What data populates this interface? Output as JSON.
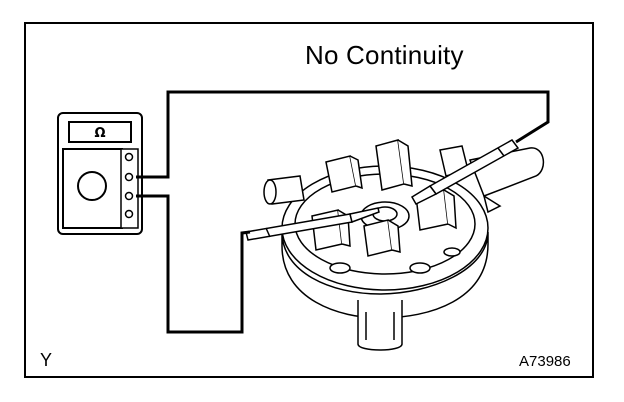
{
  "title": "No Continuity",
  "corner_left_label": "Y",
  "figure_code": "A73986",
  "meter": {
    "mode_symbol": "Ω"
  },
  "icons": [
    "ohmmeter-icon",
    "component-icon",
    "probe-icon"
  ],
  "colors": {
    "line": "#000000",
    "background": "#ffffff"
  }
}
